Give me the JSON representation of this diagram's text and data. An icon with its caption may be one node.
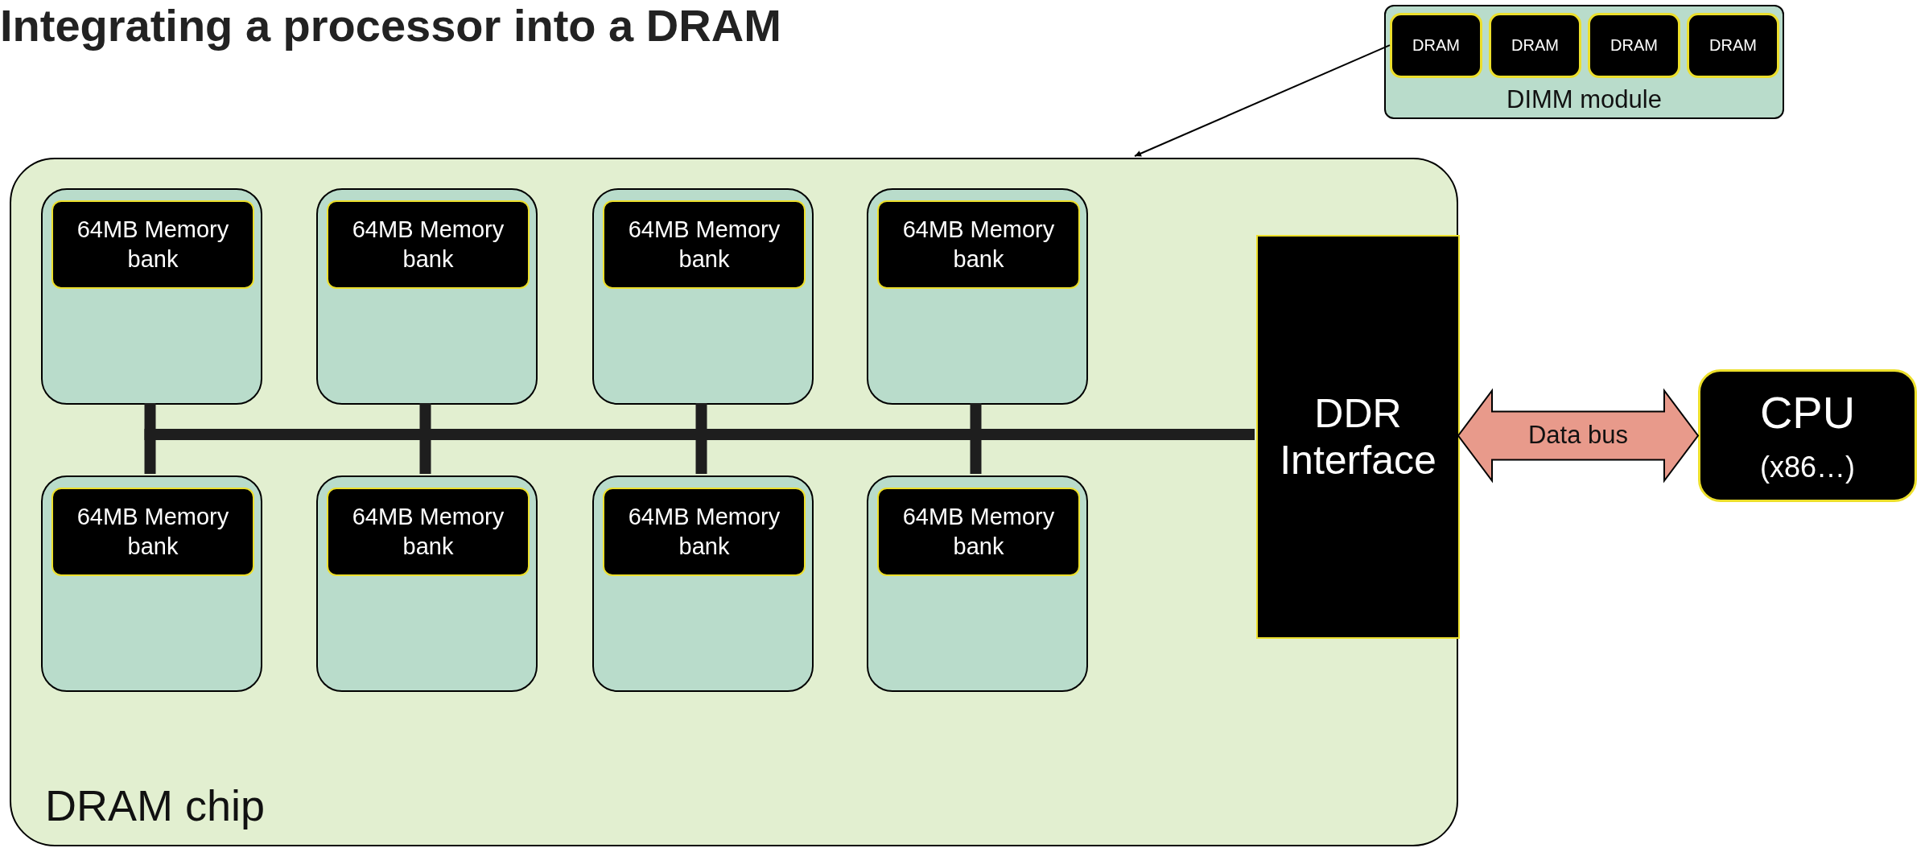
{
  "diagram": {
    "title": "Integrating a processor into a DRAM",
    "nodes": [
      {
        "text": [
          "DIMM module"
        ]
      },
      {
        "text": [
          "DRAM"
        ],
        "in": 0
      },
      {
        "text": [
          "DRAM"
        ],
        "in": 0
      },
      {
        "text": [
          "DRAM"
        ],
        "in": 0
      },
      {
        "text": [
          "DRAM"
        ],
        "in": 0
      },
      {
        "text": [
          "DRAM chip"
        ]
      },
      {
        "text": [
          "64MB Memory bank"
        ],
        "in": 5
      },
      {
        "text": [
          "64MB Memory bank"
        ],
        "in": 5
      },
      {
        "text": [
          "64MB Memory bank"
        ],
        "in": 5
      },
      {
        "text": [
          "64MB Memory bank"
        ],
        "in": 5
      },
      {
        "text": [
          "64MB Memory bank"
        ],
        "in": 5
      },
      {
        "text": [
          "64MB Memory bank"
        ],
        "in": 5
      },
      {
        "text": [
          "64MB Memory bank"
        ],
        "in": 5
      },
      {
        "text": [
          "64MB Memory bank"
        ],
        "in": 5
      },
      {
        "text": [
          "DDR Interface"
        ],
        "in": 5
      },
      {
        "text": [
          "CPU",
          "(x86…)"
        ]
      }
    ],
    "edges": [
      {
        "from": 1,
        "to": 5,
        "arrow": "to"
      },
      {
        "from": 6,
        "to": 14,
        "arrow": "none"
      },
      {
        "from": 7,
        "to": 14,
        "arrow": "none"
      },
      {
        "from": 8,
        "to": 14,
        "arrow": "none"
      },
      {
        "from": 9,
        "to": 14,
        "arrow": "none"
      },
      {
        "from": 10,
        "to": 14,
        "arrow": "none"
      },
      {
        "from": 11,
        "to": 14,
        "arrow": "none"
      },
      {
        "from": 12,
        "to": 14,
        "arrow": "none"
      },
      {
        "from": 13,
        "to": 14,
        "arrow": "none"
      },
      {
        "from": 14,
        "to": 15,
        "arrow": "both",
        "label": "Data bus",
        "style": "thick",
        "color": "#e89a8b"
      }
    ]
  }
}
